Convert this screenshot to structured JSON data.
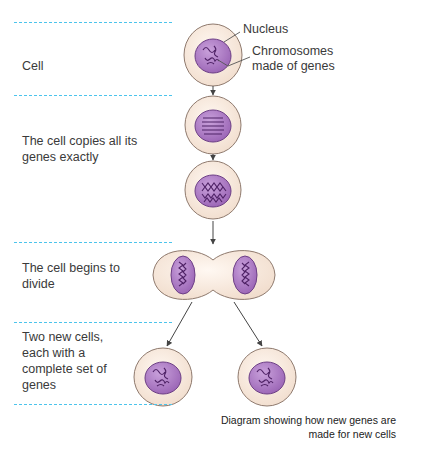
{
  "diagram": {
    "caption": "Diagram showing how new genes are made for new cells",
    "nodes": [
      {
        "text": [
          "Cell"
        ]
      },
      {
        "text": [
          "The cell copies all its genes exactly"
        ]
      },
      {
        "text": [
          "The cell begins to divide"
        ]
      },
      {
        "text": [
          "Two new cells, each with a complete set of genes"
        ]
      }
    ],
    "labels": [
      "Nucleus",
      "Chromosomes made of genes"
    ]
  }
}
